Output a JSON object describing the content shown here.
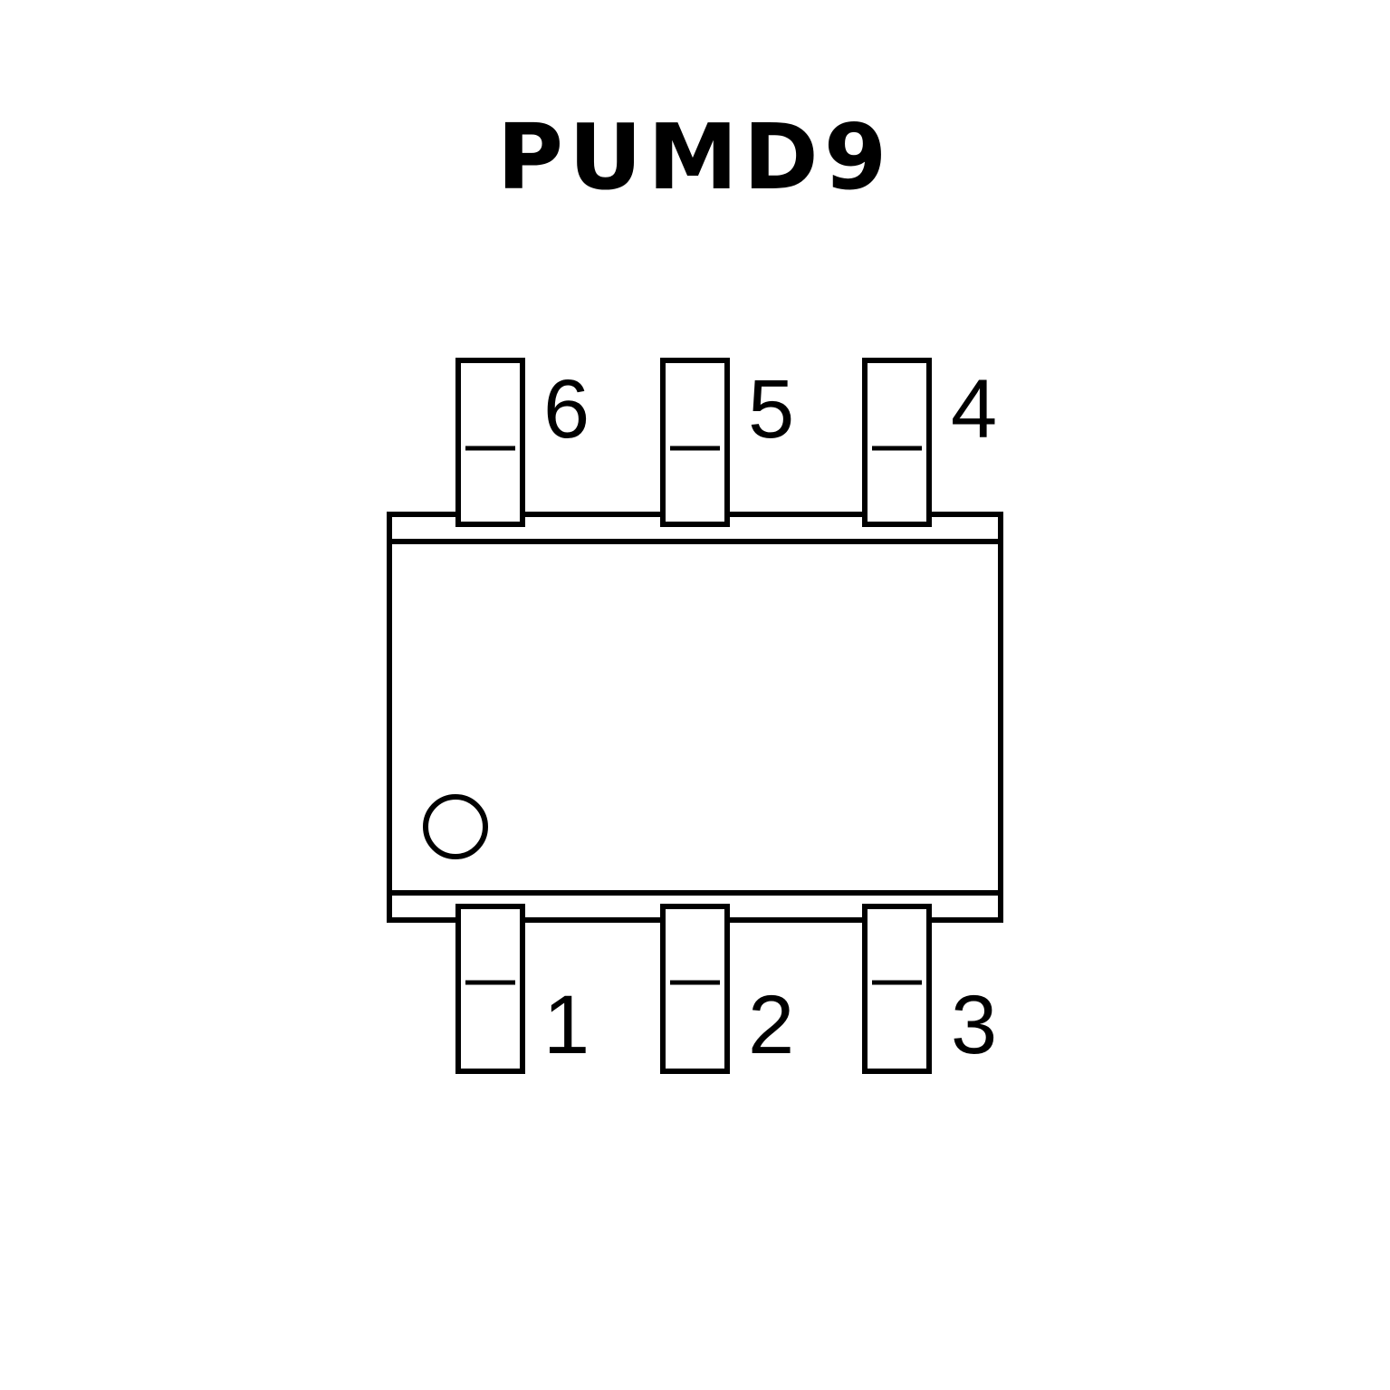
{
  "title": "PUMD9",
  "pins_top": [
    "6",
    "5",
    "4"
  ],
  "pins_bottom": [
    "1",
    "2",
    "3"
  ],
  "stroke_color": "#000000"
}
